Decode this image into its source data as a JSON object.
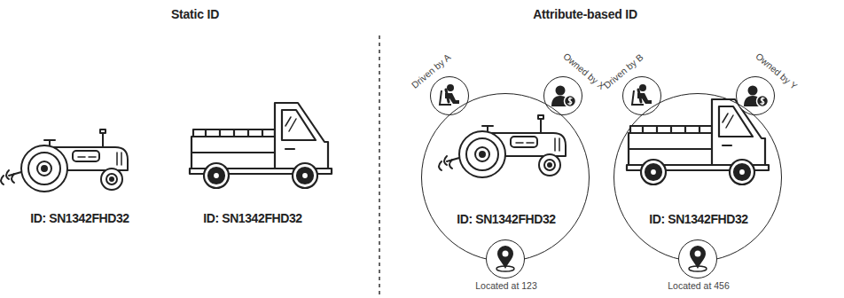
{
  "diagram": {
    "nodes": [
      {
        "text": [
          "Driven by A"
        ]
      },
      {
        "text": [
          "Owned by X"
        ]
      },
      {
        "text": [
          "ID: SN1342FHD32"
        ]
      },
      {
        "text": [
          "Located at 123"
        ]
      },
      {
        "text": [
          "Driven by B"
        ]
      },
      {
        "text": [
          "Owned by Y"
        ]
      },
      {
        "text": [
          "ID: SN1342FHD32"
        ]
      },
      {
        "text": [
          "Located at 456"
        ]
      }
    ],
    "labels": [
      "Static ID",
      "Attribute-based ID",
      "ID: SN1342FHD32",
      "ID: SN1342FHD32"
    ]
  }
}
